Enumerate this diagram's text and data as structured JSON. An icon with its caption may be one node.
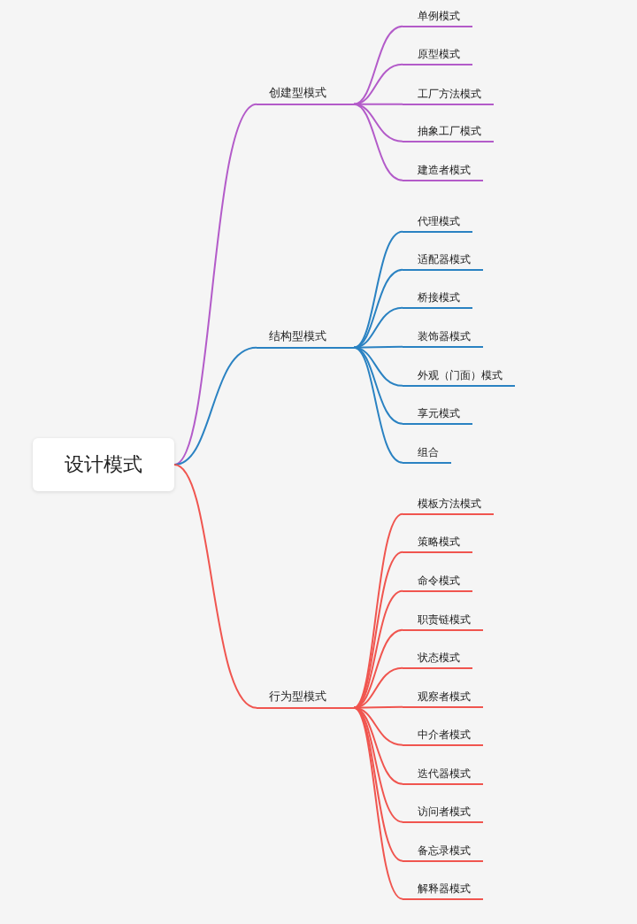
{
  "diagram": {
    "nodes": [
      {
        "text": [
          "设计模式"
        ]
      },
      {
        "text": [
          "创建型模式"
        ]
      },
      {
        "text": [
          "单例模式"
        ]
      },
      {
        "text": [
          "原型模式"
        ]
      },
      {
        "text": [
          "工厂方法模式"
        ]
      },
      {
        "text": [
          "抽象工厂模式"
        ]
      },
      {
        "text": [
          "建造者模式"
        ]
      },
      {
        "text": [
          "结构型模式"
        ]
      },
      {
        "text": [
          "代理模式"
        ]
      },
      {
        "text": [
          "适配器模式"
        ]
      },
      {
        "text": [
          "桥接模式"
        ]
      },
      {
        "text": [
          "装饰器模式"
        ]
      },
      {
        "text": [
          "外观（门面）模式"
        ]
      },
      {
        "text": [
          "享元模式"
        ]
      },
      {
        "text": [
          "组合"
        ]
      },
      {
        "text": [
          "行为型模式"
        ]
      },
      {
        "text": [
          "模板方法模式"
        ]
      },
      {
        "text": [
          "策略模式"
        ]
      },
      {
        "text": [
          "命令模式"
        ]
      },
      {
        "text": [
          "职责链模式"
        ]
      },
      {
        "text": [
          "状态模式"
        ]
      },
      {
        "text": [
          "观察者模式"
        ]
      },
      {
        "text": [
          "中介者模式"
        ]
      },
      {
        "text": [
          "迭代器模式"
        ]
      },
      {
        "text": [
          "访问者模式"
        ]
      },
      {
        "text": [
          "备忘录模式"
        ]
      },
      {
        "text": [
          "解释器模式"
        ]
      }
    ],
    "edges": [
      {
        "from": 0,
        "to": 1,
        "arrow": "none",
        "color": "#b35bc9"
      },
      {
        "from": 1,
        "to": 2,
        "arrow": "none",
        "color": "#b35bc9"
      },
      {
        "from": 1,
        "to": 3,
        "arrow": "none",
        "color": "#b35bc9"
      },
      {
        "from": 1,
        "to": 4,
        "arrow": "none",
        "color": "#b35bc9"
      },
      {
        "from": 1,
        "to": 5,
        "arrow": "none",
        "color": "#b35bc9"
      },
      {
        "from": 1,
        "to": 6,
        "arrow": "none",
        "color": "#b35bc9"
      },
      {
        "from": 0,
        "to": 7,
        "arrow": "none",
        "color": "#2a82c2"
      },
      {
        "from": 7,
        "to": 8,
        "arrow": "none",
        "color": "#2a82c2"
      },
      {
        "from": 7,
        "to": 9,
        "arrow": "none",
        "color": "#2a82c2"
      },
      {
        "from": 7,
        "to": 10,
        "arrow": "none",
        "color": "#2a82c2"
      },
      {
        "from": 7,
        "to": 11,
        "arrow": "none",
        "color": "#2a82c2"
      },
      {
        "from": 7,
        "to": 12,
        "arrow": "none",
        "color": "#2a82c2"
      },
      {
        "from": 7,
        "to": 13,
        "arrow": "none",
        "color": "#2a82c2"
      },
      {
        "from": 7,
        "to": 14,
        "arrow": "none",
        "color": "#2a82c2"
      },
      {
        "from": 0,
        "to": 15,
        "arrow": "none"
      },
      {
        "from": 15,
        "to": 16,
        "arrow": "none"
      },
      {
        "from": 15,
        "to": 17,
        "arrow": "none"
      },
      {
        "from": 15,
        "to": 18,
        "arrow": "none"
      },
      {
        "from": 15,
        "to": 19,
        "arrow": "none"
      },
      {
        "from": 15,
        "to": 20,
        "arrow": "none"
      },
      {
        "from": 15,
        "to": 21,
        "arrow": "none"
      },
      {
        "from": 15,
        "to": 22,
        "arrow": "none"
      },
      {
        "from": 15,
        "to": 23,
        "arrow": "none"
      },
      {
        "from": 15,
        "to": 24,
        "arrow": "none"
      },
      {
        "from": 15,
        "to": 25,
        "arrow": "none"
      },
      {
        "from": 15,
        "to": 26,
        "arrow": "none"
      }
    ]
  }
}
